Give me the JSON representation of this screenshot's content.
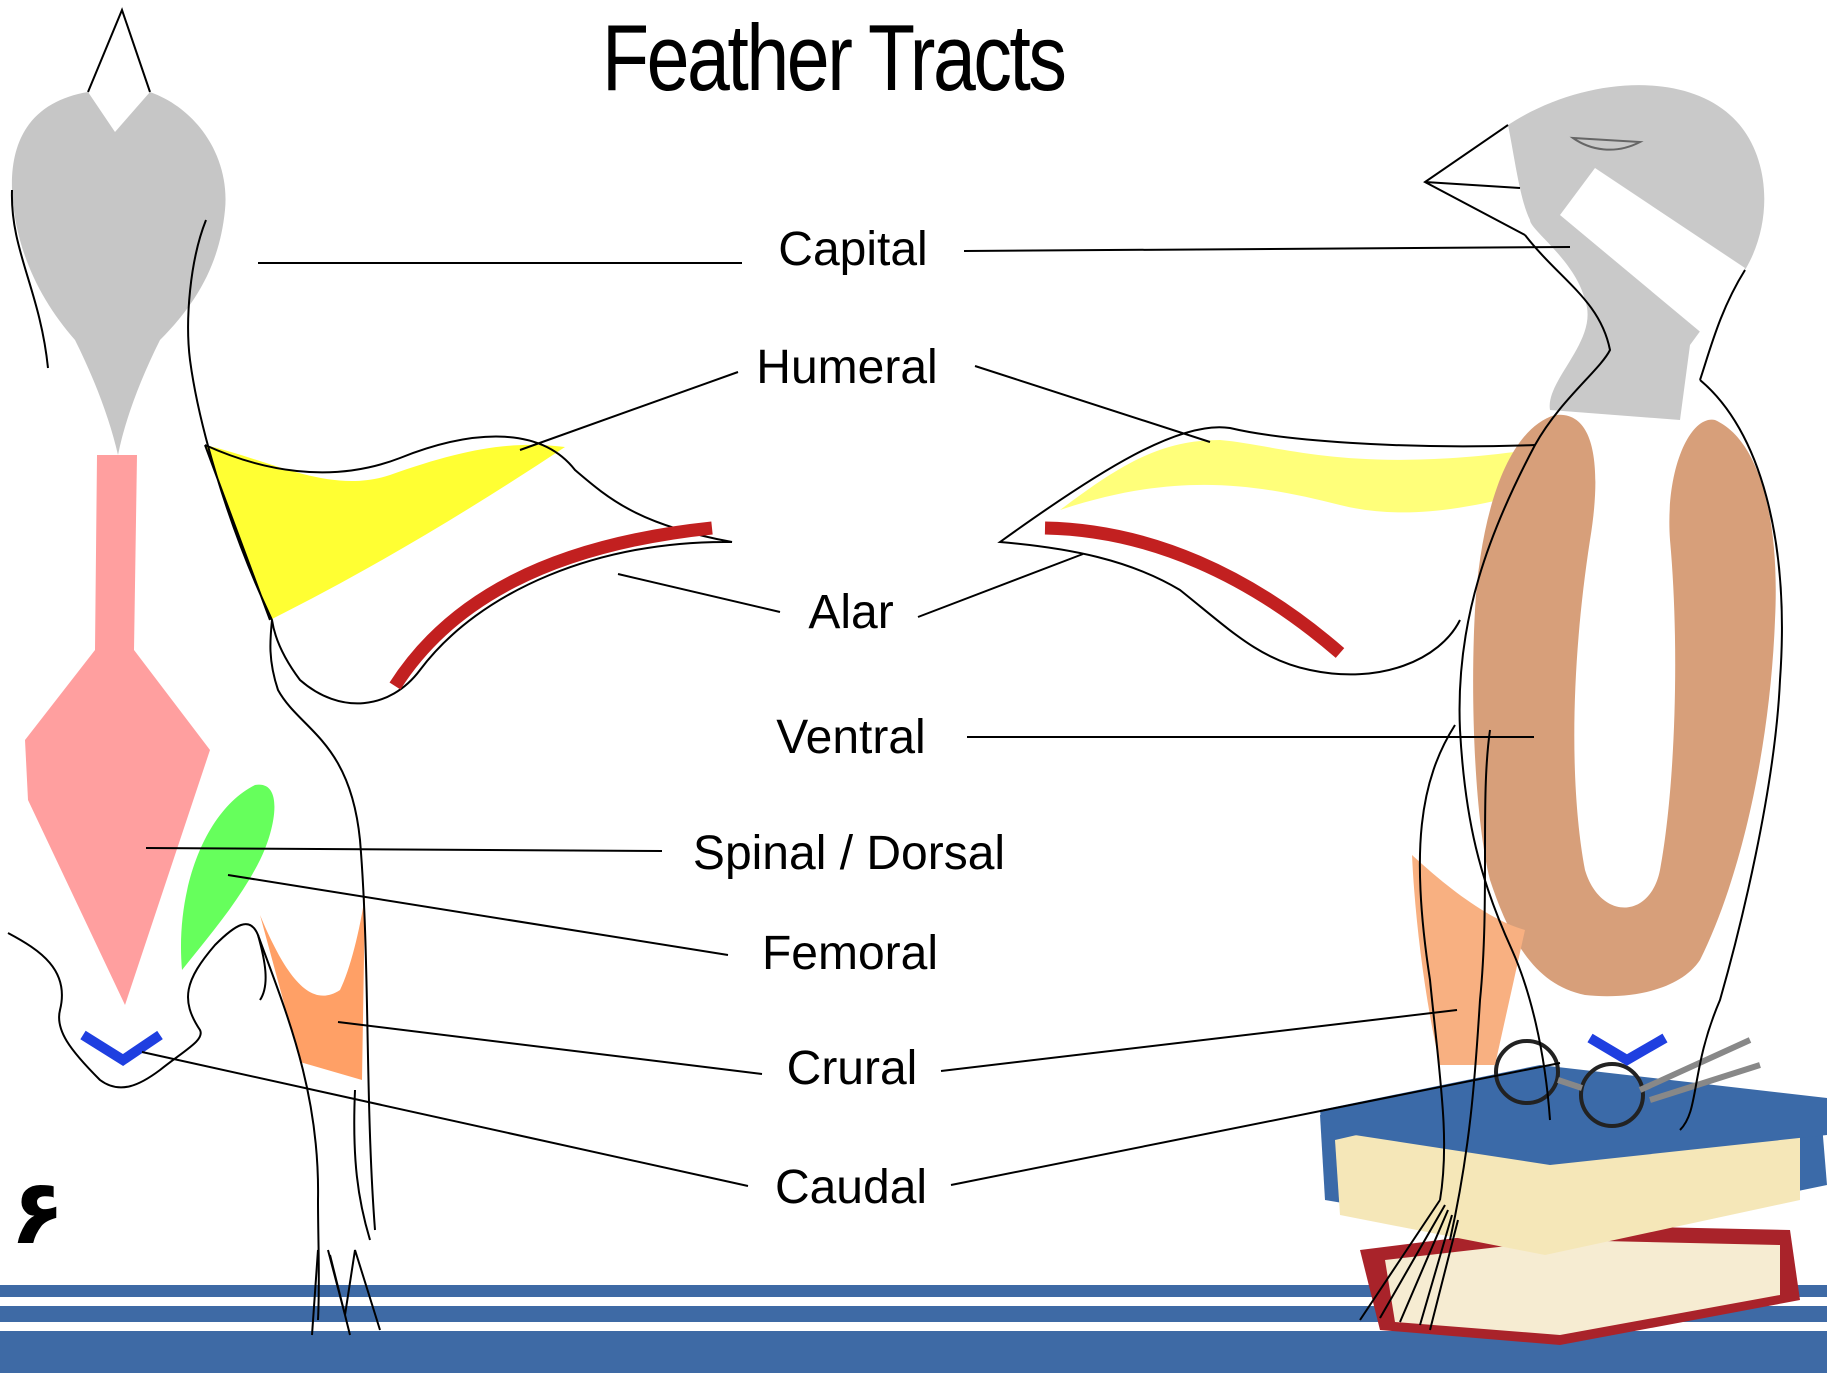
{
  "title": "Feather Tracts",
  "labels": {
    "capital": "Capital",
    "humeral": "Humeral",
    "alar": "Alar",
    "ventral": "Ventral",
    "spinal_dorsal": "Spinal / Dorsal",
    "femoral": "Femoral",
    "crural": "Crural",
    "caudal": "Caudal"
  },
  "slide_number": "۶",
  "colors": {
    "capital": "#c6c6c6",
    "humeral": "#ffff33",
    "alar": "#c22020",
    "ventral": "#d79f7a",
    "spinal_dorsal": "#ff9f9f",
    "femoral": "#66ff5c",
    "crural": "#ffa066",
    "caudal": "#1f3fe0",
    "stripe": "#3e6aa5"
  }
}
